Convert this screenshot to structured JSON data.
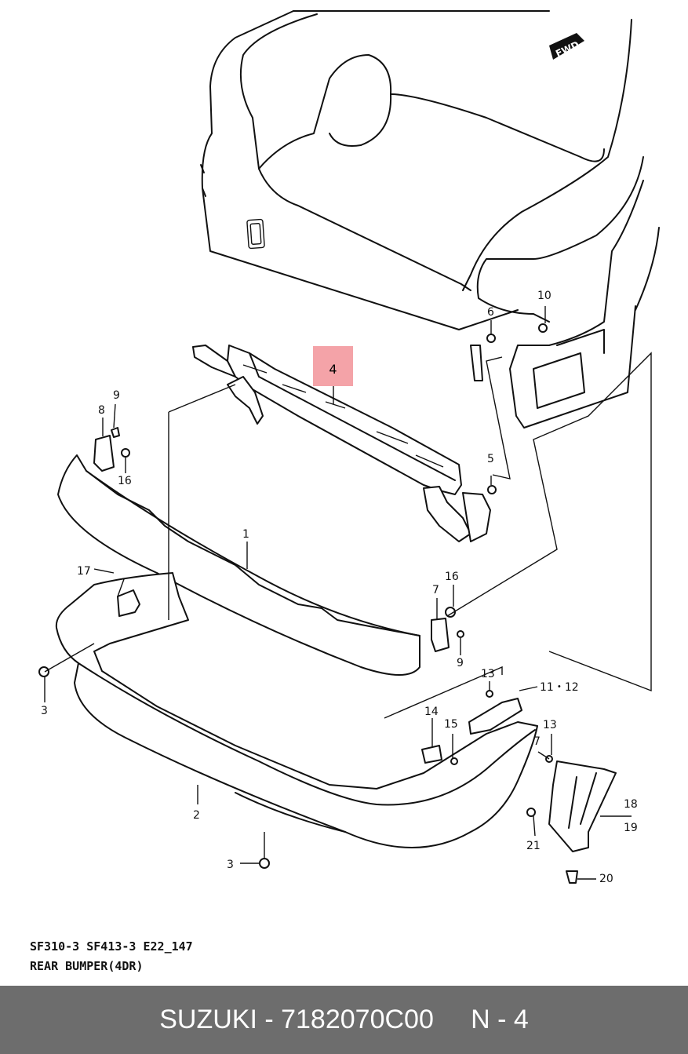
{
  "diagram": {
    "fwd_badge": "FWD",
    "highlight_color": "#f4a3a8",
    "callouts": {
      "c1": "1",
      "c2": "2",
      "c3a": "3",
      "c3b": "3",
      "c4": "4",
      "c5": "5",
      "c6": "6",
      "c7a": "7",
      "c7b": "7",
      "c8": "8",
      "c9a": "9",
      "c9b": "9",
      "c10": "10",
      "c11_12": "11・12",
      "c13a": "13",
      "c13b": "13",
      "c14": "14",
      "c15": "15",
      "c16a": "16",
      "c16b": "16",
      "c17": "17",
      "c18": "18",
      "c19": "19",
      "c20": "20",
      "c21": "21"
    }
  },
  "caption": {
    "codes": "SF310-3  SF413-3  E22_147",
    "title": "REAR BUMPER(4DR)"
  },
  "footer": {
    "text": "SUZUKI - 7182070C00     N - 4",
    "background": "#6d6d6d",
    "text_color": "#ffffff"
  }
}
